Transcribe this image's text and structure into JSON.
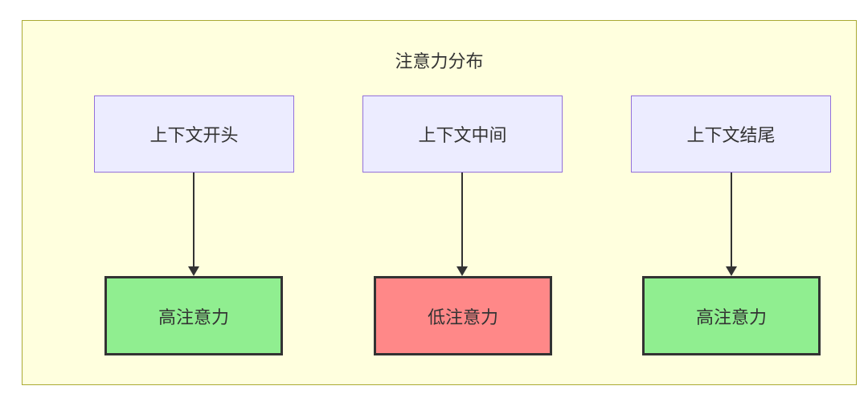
{
  "diagram": {
    "title": "注意力分布",
    "columns": [
      {
        "source_label": "上下文开头",
        "result_label": "高注意力",
        "result_level": "high"
      },
      {
        "source_label": "上下文中间",
        "result_label": "低注意力",
        "result_level": "low"
      },
      {
        "source_label": "上下文结尾",
        "result_label": "高注意力",
        "result_level": "high"
      }
    ],
    "colors": {
      "container_background": "#ffffde",
      "container_border": "#aaaa33",
      "source_node_background": "#ECECFF",
      "source_node_border": "#9370DB",
      "high_attention_background": "#90EE90",
      "low_attention_background": "#FF8888",
      "result_node_border": "#333333",
      "text": "#333333",
      "arrow": "#333333"
    }
  }
}
